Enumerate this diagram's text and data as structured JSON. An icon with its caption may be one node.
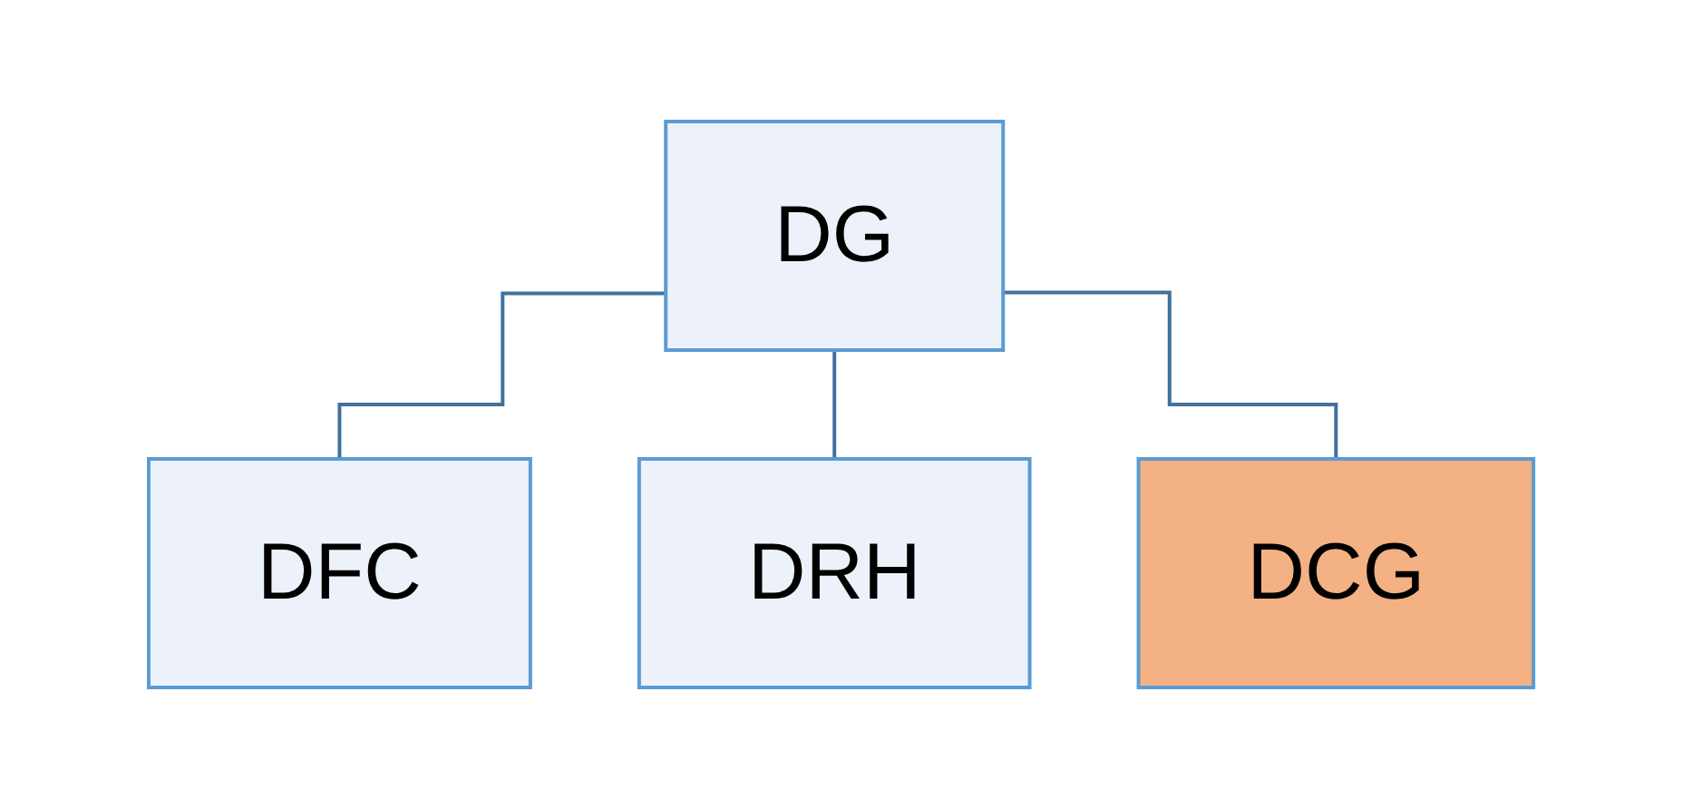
{
  "diagram": {
    "nodes": [
      {
        "text": [
          "DG"
        ]
      },
      {
        "text": [
          "DFC"
        ]
      },
      {
        "text": [
          "DRH"
        ]
      },
      {
        "text": [
          "DCG"
        ]
      }
    ],
    "edges": [
      {
        "from": 0,
        "to": 1,
        "arrow": "none"
      },
      {
        "from": 0,
        "to": 2,
        "arrow": "none"
      },
      {
        "from": 0,
        "to": 3,
        "arrow": "none"
      }
    ]
  }
}
